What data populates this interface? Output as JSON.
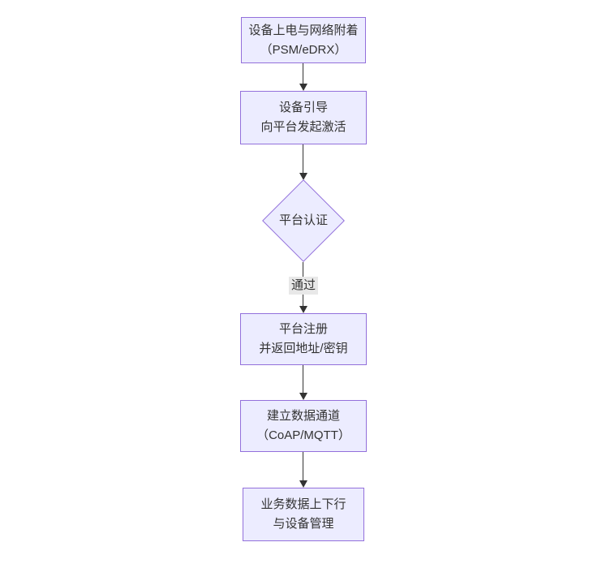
{
  "diagram": {
    "type": "flowchart",
    "direction": "top-down",
    "nodes": [
      {
        "id": "n1",
        "shape": "rect",
        "lines": [
          "设备上电与网络附着",
          "（PSM/eDRX）"
        ]
      },
      {
        "id": "n2",
        "shape": "rect",
        "lines": [
          "设备引导",
          "向平台发起激活"
        ]
      },
      {
        "id": "n3",
        "shape": "diamond",
        "lines": [
          "平台认证"
        ]
      },
      {
        "id": "n4",
        "shape": "rect",
        "lines": [
          "平台注册",
          "并返回地址/密钥"
        ]
      },
      {
        "id": "n5",
        "shape": "rect",
        "lines": [
          "建立数据通道",
          "（CoAP/MQTT）"
        ]
      },
      {
        "id": "n6",
        "shape": "rect",
        "lines": [
          "业务数据上下行",
          "与设备管理"
        ]
      }
    ],
    "edges": [
      {
        "from": "n1",
        "to": "n2",
        "label": ""
      },
      {
        "from": "n2",
        "to": "n3",
        "label": ""
      },
      {
        "from": "n3",
        "to": "n4",
        "label": "通过"
      },
      {
        "from": "n4",
        "to": "n5",
        "label": ""
      },
      {
        "from": "n5",
        "to": "n6",
        "label": ""
      }
    ],
    "colors": {
      "node_fill": "#ECECFF",
      "node_border": "#9370DB",
      "arrow": "#333333",
      "text": "#333333",
      "edge_label_bg": "#e8e8e8",
      "background": "#ffffff"
    }
  }
}
